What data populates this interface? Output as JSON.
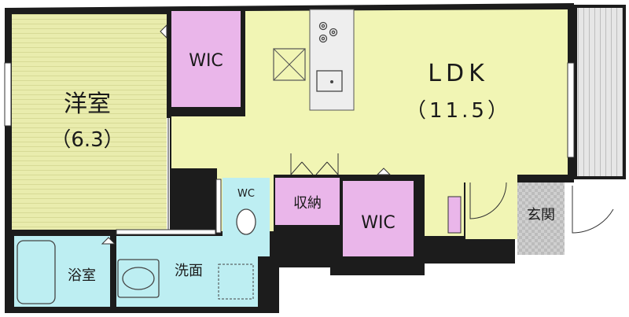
{
  "rooms": {
    "western_room": {
      "name": "洋室",
      "size": "（6.3）"
    },
    "wic_upper": {
      "name": "WIC"
    },
    "ldk": {
      "name": "LDK",
      "size": "（11.5）"
    },
    "wc": {
      "name": "WC"
    },
    "storage": {
      "name": "収納"
    },
    "wic_lower": {
      "name": "WIC"
    },
    "entrance": {
      "name": "玄関"
    },
    "bathroom": {
      "name": "浴室"
    },
    "washroom": {
      "name": "洗面"
    }
  },
  "colors": {
    "wall": "#1c1c1c",
    "western_room": "#e9ecad",
    "ldk": "#f1f5b4",
    "wic": "#eab6ea",
    "wet_area": "#bdeef2",
    "entrance": "#cfcfcf",
    "balcony": "#e6e6e6",
    "kitchen": "#eeeeee"
  }
}
